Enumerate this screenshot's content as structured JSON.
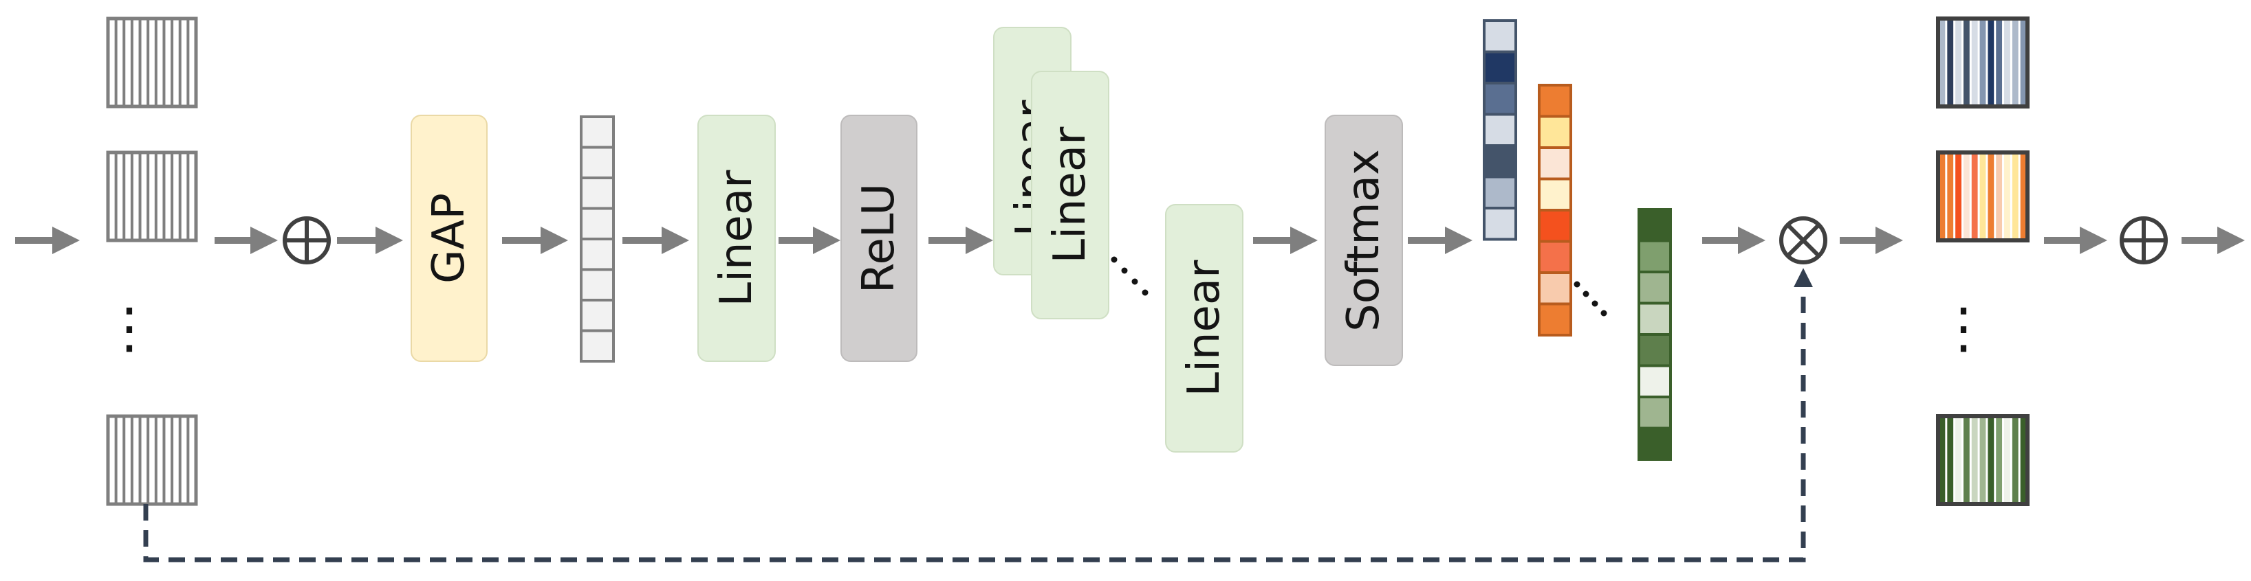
{
  "colors": {
    "arrow": "#7f7f7f",
    "feature_border": "#7f7f7f",
    "gap_fill": "#fff2cc",
    "linear_fill": "#e2efda",
    "relu_fill": "#d0cece",
    "dashed_line": "#333f50",
    "text": "#141414"
  },
  "inputs": {
    "ellipsis": "⋮"
  },
  "operators": {
    "add": "⊕",
    "multiply": "⊗"
  },
  "blocks": {
    "gap": "GAP",
    "linear_1": "Linear",
    "relu": "ReLU",
    "linear_stack_back": "Linear",
    "linear_stack_front": "Linear",
    "linear_last": "Linear",
    "softmax": "Softmax"
  },
  "attention_vectors": {
    "blue": [
      "#d6dce5",
      "#203864",
      "#5a6f91",
      "#d6dce5",
      "#44546a",
      "#adb9ca",
      "#d6dce5"
    ],
    "orange": [
      "#ed7d31",
      "#ffe699",
      "#fbe5d6",
      "#fff2cc",
      "#f4511e",
      "#f4714a",
      "#f8cbad",
      "#ed7d31"
    ],
    "green": [
      "#3a5f2a",
      "#7f9f6e",
      "#9fb590",
      "#c9d6bf",
      "#5e7f4c",
      "#eef2ea",
      "#9fb590",
      "#3a5f2a"
    ],
    "ellipsis": "⋱"
  },
  "outputs": {
    "ellipsis": "⋮",
    "blue_stripes": [
      "#adb9ca",
      "#2f3e5c",
      "#d6dce5",
      "#44546a",
      "#d6dce5",
      "#8496b0",
      "#203864",
      "#5a6f91",
      "#d6dce5",
      "#adb9ca",
      "#8496b0"
    ],
    "orange_stripes": [
      "#ed7d31",
      "#ed7d31",
      "#f4511e",
      "#fbe5d6",
      "#f4714a",
      "#ffe699",
      "#ed7d31",
      "#f8cbad",
      "#fff2cc",
      "#ffe699",
      "#ed7d31"
    ],
    "green_stripes": [
      "#3a5f2a",
      "#3a5f2a",
      "#eef2ea",
      "#5e7f4c",
      "#c9d6bf",
      "#9fb590",
      "#3a5f2a",
      "#7f9f6e",
      "#eef2ea",
      "#5e7f4c",
      "#3a5f2a"
    ]
  }
}
